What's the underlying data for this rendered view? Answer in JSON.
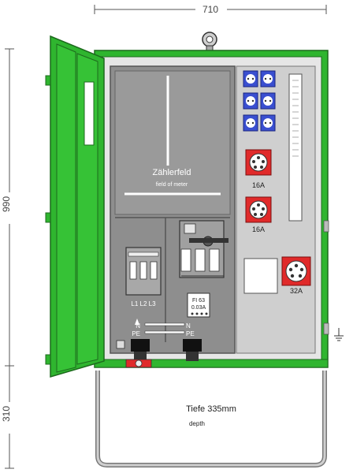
{
  "dimensions": {
    "width": "710",
    "height_cabinet": "990",
    "height_stand": "310",
    "depth_label": "Tiefe 335mm",
    "depth_sub": "depth"
  },
  "meter_field": {
    "title": "Zählerfeld",
    "subtitle": "field of meter"
  },
  "main_switch": {
    "phase_labels": "L1 L2 L3"
  },
  "rcd": {
    "line1": "FI 63",
    "line2": "0.03A"
  },
  "busbar": {
    "n_left": "N",
    "pe_left": "PE",
    "n_right": "N",
    "pe_right": "PE"
  },
  "sockets": {
    "cee_16a_top": "16A",
    "cee_16a_bottom": "16A",
    "cee_32a": "32A"
  },
  "colors": {
    "cabinet_green": "#2fb52f",
    "panel_grey": "#8e8e8e",
    "socket_blue": "#3a4fd0",
    "socket_red": "#e02a2a"
  }
}
